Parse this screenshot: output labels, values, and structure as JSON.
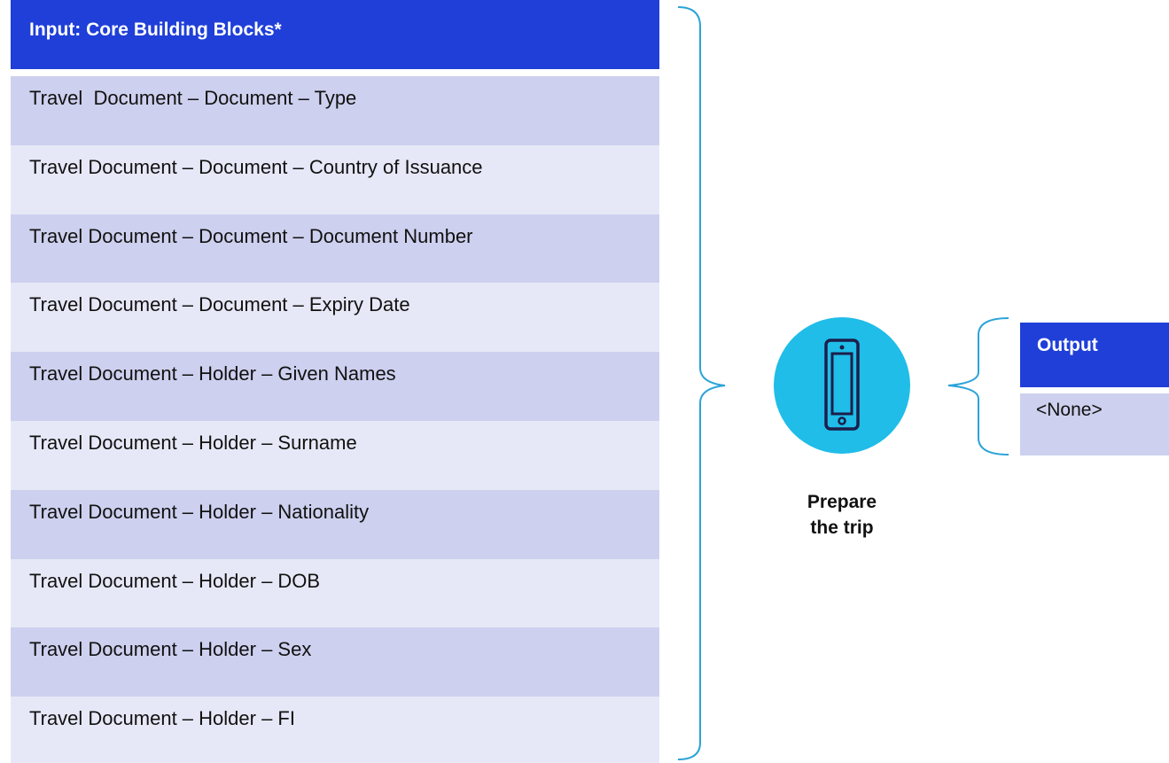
{
  "input": {
    "header": "Input: Core Building Blocks*",
    "rows": [
      "Travel  Document – Document – Type",
      "Travel Document – Document – Country of Issuance",
      "Travel Document – Document – Document Number",
      "Travel Document – Document – Expiry Date",
      "Travel Document – Holder – Given Names",
      "Travel Document – Holder – Surname",
      "Travel Document – Holder – Nationality",
      "Travel Document – Holder – DOB",
      "Travel Document – Holder – Sex",
      "Travel Document – Holder – FI"
    ]
  },
  "step": {
    "icon": "smartphone-icon",
    "label_line1": "Prepare",
    "label_line2": "the trip"
  },
  "output": {
    "header": "Output",
    "rows": [
      "<None>"
    ]
  },
  "colors": {
    "header_blue": "#1f3fd8",
    "row_dark": "#cdd0ee",
    "row_light": "#e7e8f7",
    "icon_circle": "#1fbde8",
    "icon_stroke": "#1c1e4a",
    "bracket": "#2aa3d8"
  }
}
